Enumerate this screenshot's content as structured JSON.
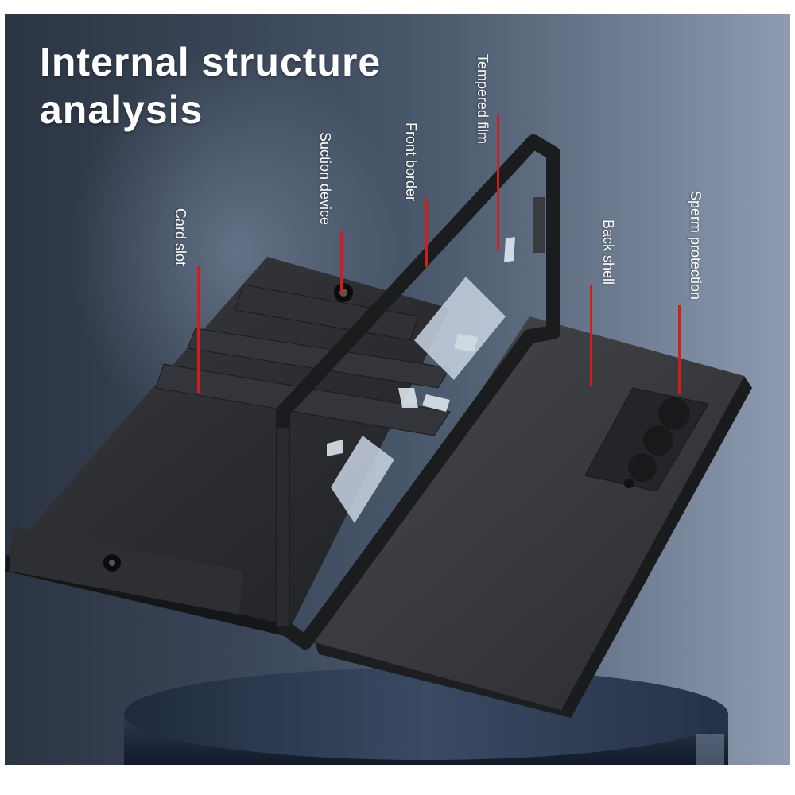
{
  "title": {
    "line1": "Internal structure",
    "line2": "analysis"
  },
  "callouts": {
    "card_slot": "Card slot",
    "suction_device": "Suction device",
    "front_border": "Front border",
    "tempered_film": "Tempered film",
    "back_shell": "Back shell",
    "sperm_protection": "Sperm protection"
  },
  "colors": {
    "leader_line": "#d21d1d",
    "case_body": "#2a2b2e",
    "background_dark": "#2b3442",
    "background_light": "#8e9bb0"
  }
}
